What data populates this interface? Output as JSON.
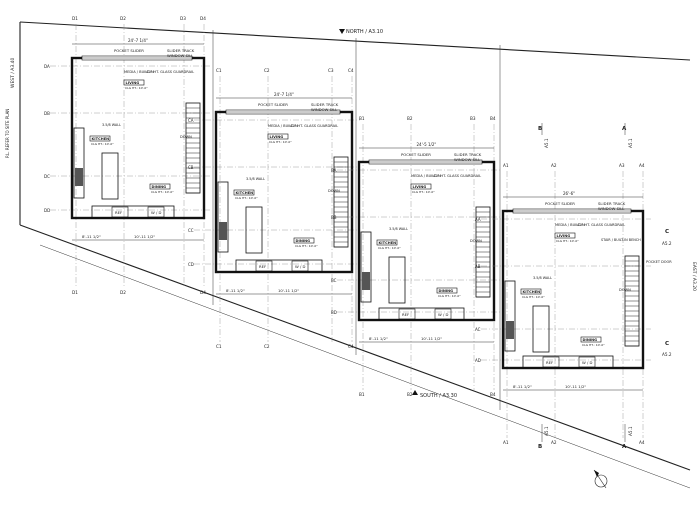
{
  "sheet": {
    "north_ref": "NORTH / A3.10",
    "south_ref": "SOUTH / A3.30",
    "east_ref": "EAST / A3.20",
    "west_ref": "WEST / A3.40",
    "site_note": "P.L. REFER TO SITE PLAN"
  },
  "section_marks": [
    {
      "id": "B",
      "sheet": "A5.1"
    },
    {
      "id": "A",
      "sheet": "A5.1"
    },
    {
      "id": "C",
      "sheet": "A5.2"
    },
    {
      "id": "B-south",
      "label": "B",
      "sheet": "A5.1"
    },
    {
      "id": "A-south",
      "label": "A",
      "sheet": "A5.1"
    },
    {
      "id": "C-east",
      "label": "C",
      "sheet": "A5.2"
    }
  ],
  "units": [
    {
      "name": "unit-1",
      "grid_top": [
        "D1",
        "D2",
        "D3",
        "D4"
      ],
      "grid_left": [
        "DA",
        "DB",
        "DC",
        "DD"
      ],
      "grid_bottom": [
        "D1",
        "D2",
        "D4"
      ],
      "width_dim": "24'-7 1/4\"",
      "bottom_dims": [
        "8'-11 1/2\"",
        "10'-11 1/2\""
      ],
      "labels": {
        "pocket_slider": "POCKET SLIDER",
        "slider_track": "SLIDER TRACK",
        "window_sill": "WINDOW SILL",
        "guardrail": "42\" HT. GLASS GUARDRAIL",
        "media": "MEDIA / BUILT-IN",
        "living": "LIVING",
        "living_ceil": "CLG HT.: 10'-0\"",
        "kitchen": "KITCHEN",
        "kitchen_ceil": "CLG HT.: 10'-0\"",
        "dining": "DINING",
        "dining_ceil": "CLG HT.: 10'-0\"",
        "down": "DOWN",
        "wall": "3.5/8 WALL",
        "ref": "REF",
        "wd": "W / D"
      }
    },
    {
      "name": "unit-2",
      "grid_top": [
        "C1",
        "C2",
        "C3",
        "C4"
      ],
      "grid_left": [
        "CA",
        "CB",
        "CC",
        "CD"
      ],
      "grid_bottom": [
        "C1",
        "C2",
        "C4"
      ],
      "width_dim": "24'-7 1/4\"",
      "bottom_dims": [
        "8'-11 1/2\"",
        "10'-11 1/2\""
      ],
      "labels": {
        "pocket_slider": "POCKET SLIDER",
        "slider_track": "SLIDER TRACK",
        "window_sill": "WINDOW SILL",
        "guardrail": "42\" HT. GLASS GUARDRAIL",
        "media": "MEDIA / BUILT-IN",
        "living": "LIVING",
        "living_ceil": "CLG HT.: 10'-0\"",
        "kitchen": "KITCHEN",
        "kitchen_ceil": "CLG HT.: 10'-0\"",
        "dining": "DINING",
        "dining_ceil": "CLG HT.: 10'-0\"",
        "down": "DOWN",
        "wall": "3.5/8 WALL",
        "ref": "REF",
        "wd": "W / D"
      }
    },
    {
      "name": "unit-3",
      "grid_top": [
        "B1",
        "B2",
        "B3",
        "B4"
      ],
      "grid_left": [
        "BA",
        "BB",
        "BC",
        "BD"
      ],
      "grid_bottom": [
        "B1",
        "B2",
        "B4"
      ],
      "width_dim": "24'-5 1/2\"",
      "bottom_dims": [
        "8'-11 1/2\"",
        "10'-11 1/2\""
      ],
      "labels": {
        "pocket_slider": "POCKET SLIDER",
        "slider_track": "SLIDER TRACK",
        "window_sill": "WINDOW SILL",
        "guardrail": "42\" HT. GLASS GUARDRAIL",
        "media": "MEDIA / BUILT-IN",
        "living": "LIVING",
        "living_ceil": "CLG HT.: 10'-0\"",
        "kitchen": "KITCHEN",
        "kitchen_ceil": "CLG HT.: 10'-0\"",
        "dining": "DINING",
        "dining_ceil": "CLG HT.: 10'-0\"",
        "down": "DOWN",
        "wall": "3.5/8 WALL",
        "ref": "REF",
        "wd": "W / D"
      }
    },
    {
      "name": "unit-4",
      "grid_top": [
        "A1",
        "A2",
        "A3",
        "A4"
      ],
      "grid_left": [
        "AA",
        "AB",
        "AC",
        "AD"
      ],
      "grid_bottom": [
        "A1",
        "A2",
        "A4"
      ],
      "width_dim": "26'-6\"",
      "bottom_dims": [
        "8'-11 1/2\"",
        "10'-11 1/2\""
      ],
      "labels": {
        "pocket_slider": "POCKET SLIDER",
        "slider_track": "SLIDER TRACK",
        "window_sill": "WINDOW SILL",
        "guardrail": "42\" HT. GLASS GUARDRAIL",
        "media": "MEDIA / BUILT-IN",
        "living": "LIVING",
        "living_ceil": "CLG HT.: 10'-0\"",
        "kitchen": "KITCHEN",
        "kitchen_ceil": "CLG HT.: 10'-0\"",
        "dining": "DINING",
        "dining_ceil": "CLG HT.: 10'-0\"",
        "down": "DOWN",
        "wall": "3.5/8 WALL",
        "ref": "REF",
        "wd": "W / D",
        "pocket_door": "POCKET DOOR",
        "stair_note": "STAIR / BUILT-IN BENCH"
      }
    }
  ],
  "icons": {
    "north_arrow": "north-arrow-icon"
  }
}
